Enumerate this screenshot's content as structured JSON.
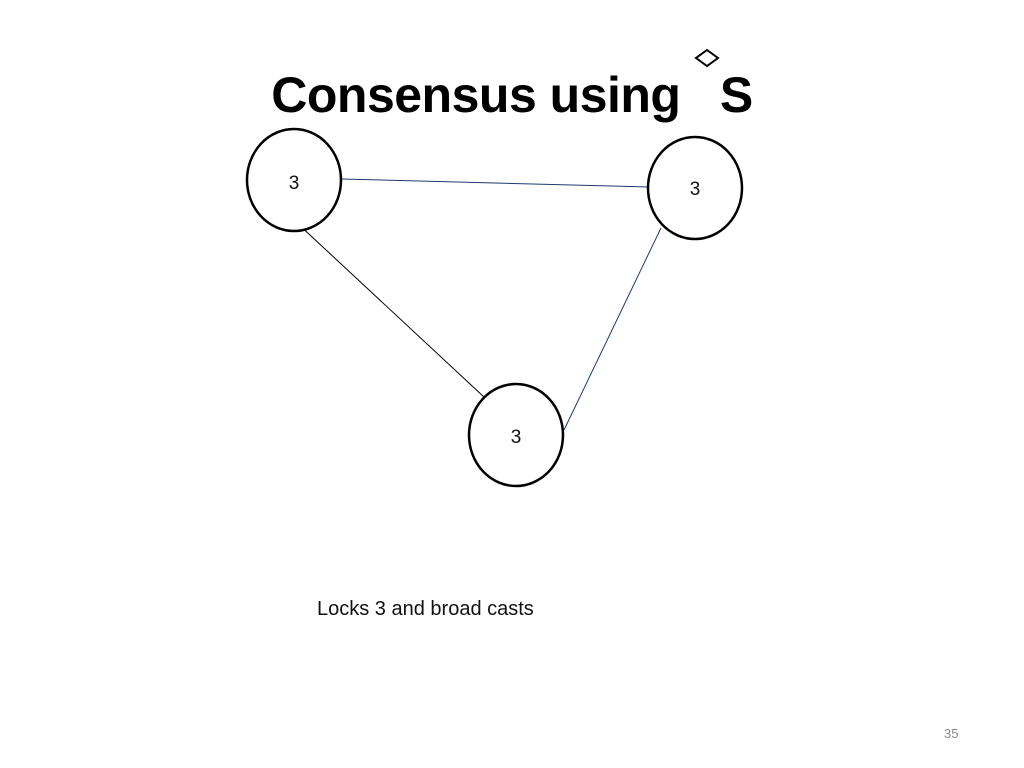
{
  "slide": {
    "title_text": "Consensus using ",
    "title_symbol": "S",
    "title_symbol_icon": "diamond-icon",
    "caption": "Locks 3 and broad casts",
    "page_number": "35"
  },
  "diagram": {
    "nodes": [
      {
        "id": "top-left",
        "label": "3"
      },
      {
        "id": "top-right",
        "label": "3"
      },
      {
        "id": "bottom",
        "label": "3"
      }
    ],
    "edges": [
      {
        "from": "top-left",
        "to": "top-right",
        "color": "#1f3a6e"
      },
      {
        "from": "top-left",
        "to": "bottom",
        "color": "#000000"
      },
      {
        "from": "top-right",
        "to": "bottom",
        "color": "#1f3a6e"
      }
    ]
  }
}
